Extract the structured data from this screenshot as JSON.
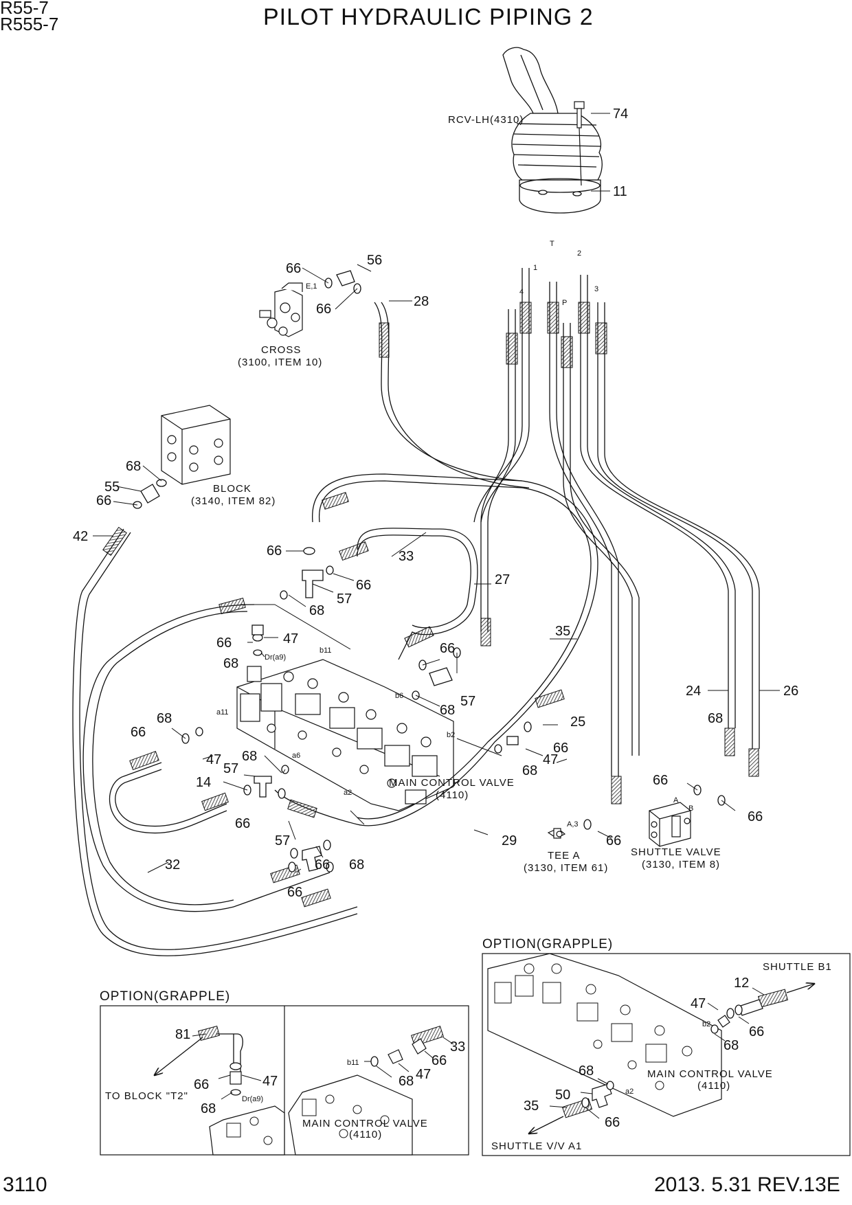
{
  "header": {
    "model_line1": "R55-7",
    "model_line2": "R555-7",
    "title": "PILOT HYDRAULIC PIPING 2"
  },
  "footer": {
    "page_number": "3110",
    "revision": "2013. 5.31  REV.13E"
  },
  "components": {
    "rcv": "RCV-LH(4310)",
    "cross": [
      "CROSS",
      "(3100, ITEM 10)"
    ],
    "block": [
      "BLOCK",
      "(3140, ITEM 82)"
    ],
    "mcv": [
      "MAIN CONTROL VALVE",
      "(4110)"
    ],
    "tee": [
      "TEE A",
      "(3130, ITEM 61)"
    ],
    "shuttle": [
      "SHUTTLE VALVE",
      "(3130, ITEM 8)"
    ]
  },
  "rcv_ports": [
    "T",
    "1",
    "2",
    "3",
    "4",
    "P"
  ],
  "valve_ports": [
    "E,1",
    "Dr(a9)",
    "b11",
    "a11",
    "b6",
    "a6",
    "b2",
    "a2",
    "A,3",
    "A",
    "B"
  ],
  "callouts": [
    "74",
    "11",
    "66",
    "56",
    "66",
    "28",
    "68",
    "55",
    "66",
    "42",
    "66",
    "57",
    "66",
    "33",
    "68",
    "27",
    "66",
    "47",
    "68",
    "35",
    "66",
    "68",
    "57",
    "24",
    "26",
    "68",
    "66",
    "47",
    "25",
    "66",
    "68",
    "47",
    "66",
    "57",
    "68",
    "14",
    "66",
    "68",
    "66",
    "57",
    "68",
    "66",
    "32",
    "29",
    "66",
    "66"
  ],
  "option_left": {
    "heading": "OPTION(GRAPPLE)",
    "callouts": [
      "81",
      "47",
      "66",
      "68",
      "33",
      "66",
      "47",
      "68"
    ],
    "to_block": "TO BLOCK \"T2\"",
    "ports": [
      "Dr(a9)",
      "b11"
    ],
    "mcv": [
      "MAIN CONTROL VALVE",
      "(4110)"
    ]
  },
  "option_right": {
    "heading": "OPTION(GRAPPLE)",
    "shuttle_b1": "SHUTTLE B1",
    "shuttle_a1": "SHUTTLE V/V A1",
    "callouts": [
      "12",
      "47",
      "66",
      "68",
      "68",
      "50",
      "35",
      "66"
    ],
    "ports": [
      "b2",
      "a2"
    ],
    "mcv": [
      "MAIN CONTROL VALVE",
      "(4110)"
    ]
  }
}
